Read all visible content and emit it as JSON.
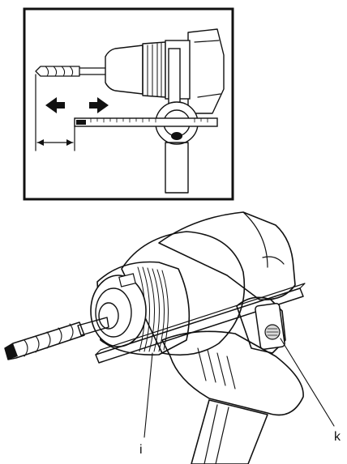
{
  "figure": {
    "callouts": [
      {
        "id": "i",
        "label": "i"
      },
      {
        "id": "k",
        "label": "k"
      }
    ]
  },
  "colors": {
    "ink": "#111111",
    "shade": "#d9d9d9",
    "panel": "#ffffff"
  }
}
